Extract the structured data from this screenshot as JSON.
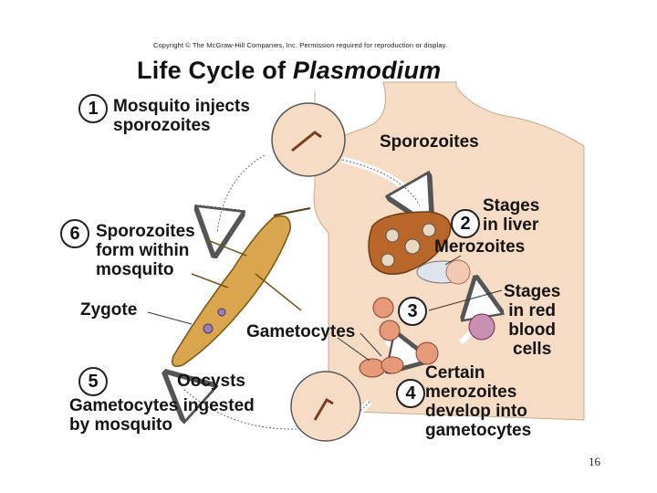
{
  "copyright": "Copyright © The McGraw-Hill Companies, Inc. Permission required for reproduction or display.",
  "title": {
    "prefix": "Life Cycle of ",
    "italic": "Plasmodium"
  },
  "steps": [
    {
      "num": "1",
      "lines": [
        "Mosquito injects",
        "sporozoites"
      ]
    },
    {
      "num": "2",
      "lines": [
        "Stages",
        "in liver"
      ]
    },
    {
      "num": "3",
      "lines": [
        "Stages",
        "in red",
        "blood",
        "cells"
      ]
    },
    {
      "num": "4",
      "lines": [
        "Certain",
        "merozoites",
        "develop into",
        "gametocytes"
      ]
    },
    {
      "num": "5",
      "lines": [
        "Gametocytes ingested",
        "by mosquito"
      ]
    },
    {
      "num": "6",
      "lines": [
        "Sporozoites",
        "form within",
        "mosquito"
      ]
    }
  ],
  "labels": {
    "sporozoites": "Sporozoites",
    "merozoites": "Merozoites",
    "gametocytes": "Gametocytes",
    "zygote": "Zygote",
    "oocysts": "Oocysts"
  },
  "colors": {
    "skin": "#f6dcc4",
    "liver": "#b8662a",
    "mosquito": "#d9a64e",
    "rbc": "#e69a7a",
    "arrow": "#ffffff"
  },
  "page_number": "16"
}
